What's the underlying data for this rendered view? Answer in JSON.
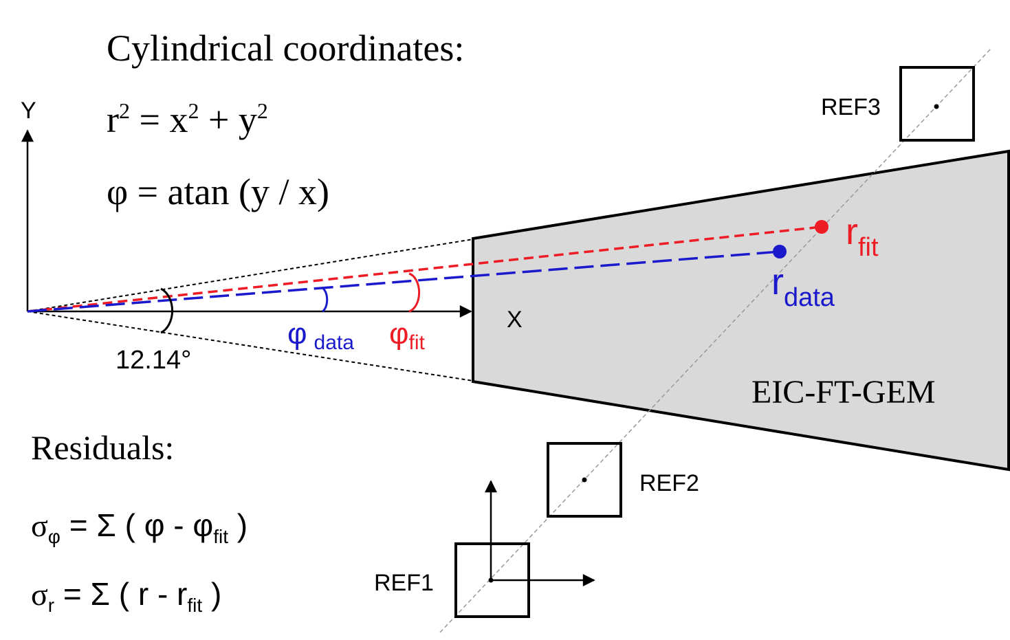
{
  "formulas": {
    "heading": "Cylindrical coordinates:",
    "r_sq": "r",
    "r_exp": "2",
    "eq1_mid": " = x",
    "x_exp": "2",
    "eq1_plus": " + y",
    "y_exp": "2",
    "phi_eq": "φ = atan (y / x)"
  },
  "axes": {
    "y_label": "Y",
    "x_label": "X"
  },
  "angles": {
    "sector_angle": "12.14°",
    "phi_symbol": "φ",
    "data_sub": "data",
    "fit_sub": "fit"
  },
  "points": {
    "r": "r",
    "fit_sub": "fit",
    "data_sub": "data"
  },
  "detector": {
    "label": "EIC-FT-GEM"
  },
  "refs": {
    "ref1": "REF1",
    "ref2": "REF2",
    "ref3": "REF3"
  },
  "residuals": {
    "heading": "Residuals:",
    "sigma": "σ",
    "phi_sub": "φ",
    "r_sub": "r",
    "phi_body": " = Σ ( φ - φ",
    "r_body": " = Σ ( r - r",
    "fit_sub": "fit",
    "close": " )"
  },
  "colors": {
    "fit": "#ee1c24",
    "data": "#1a1acc",
    "detector_fill": "#d9d9d9",
    "ink": "#000000"
  }
}
